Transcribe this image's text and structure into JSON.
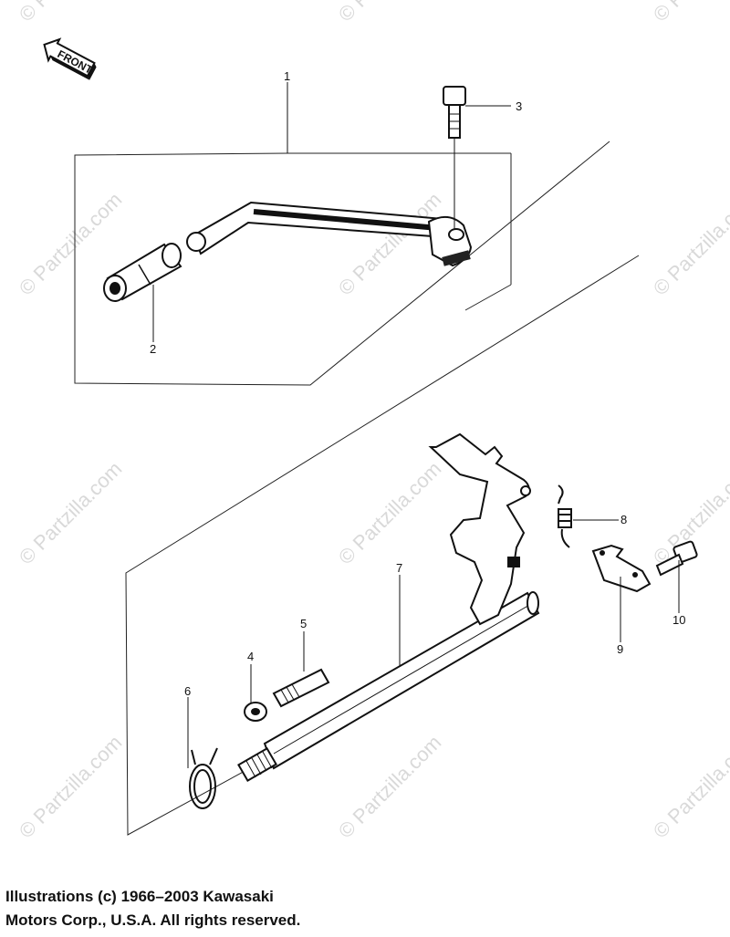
{
  "front_label": "FRONT",
  "watermark": "© Partzilla.com",
  "callouts": [
    "1",
    "2",
    "3",
    "4",
    "5",
    "6",
    "7",
    "8",
    "9",
    "10"
  ],
  "copyright": {
    "line1": "Illustrations (c) 1966–2003 Kawasaki",
    "line2": "Motors Corp., U.S.A.  All rights reserved."
  }
}
